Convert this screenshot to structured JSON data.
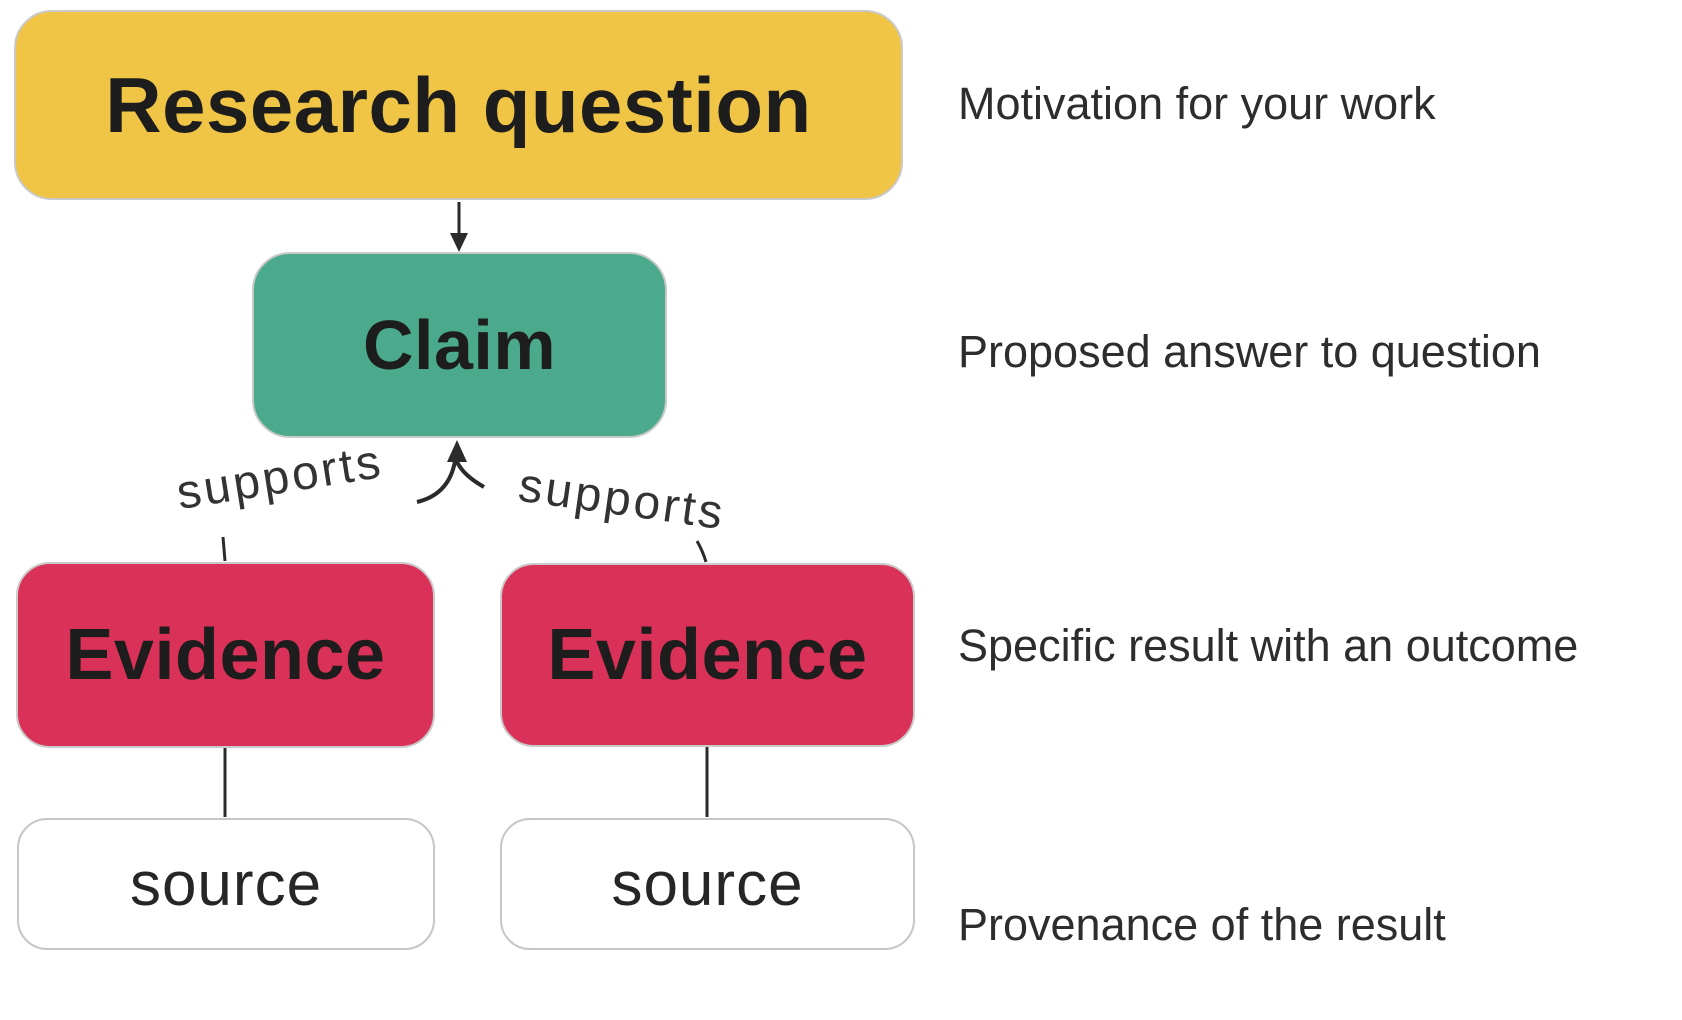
{
  "colors": {
    "yellow": "#F0C545",
    "green": "#4BAA8C",
    "pink": "#DA3158",
    "line": "#2B2B2B",
    "text_dark": "#1D1D1D",
    "annotation": "#2D2D2D",
    "border_light": "#C9C9C9"
  },
  "nodes": {
    "research_question": {
      "label": "Research question"
    },
    "claim": {
      "label": "Claim"
    },
    "evidence_left": {
      "label": "Evidence"
    },
    "evidence_right": {
      "label": "Evidence"
    },
    "source_left": {
      "label": "source"
    },
    "source_right": {
      "label": "source"
    }
  },
  "edges": {
    "supports_left": {
      "label": "supports"
    },
    "supports_right": {
      "label": "supports"
    }
  },
  "annotations": {
    "research_question": "Motivation for your work",
    "claim": "Proposed answer to question",
    "evidence": "Specific result with an outcome",
    "source": "Provenance of the result"
  }
}
